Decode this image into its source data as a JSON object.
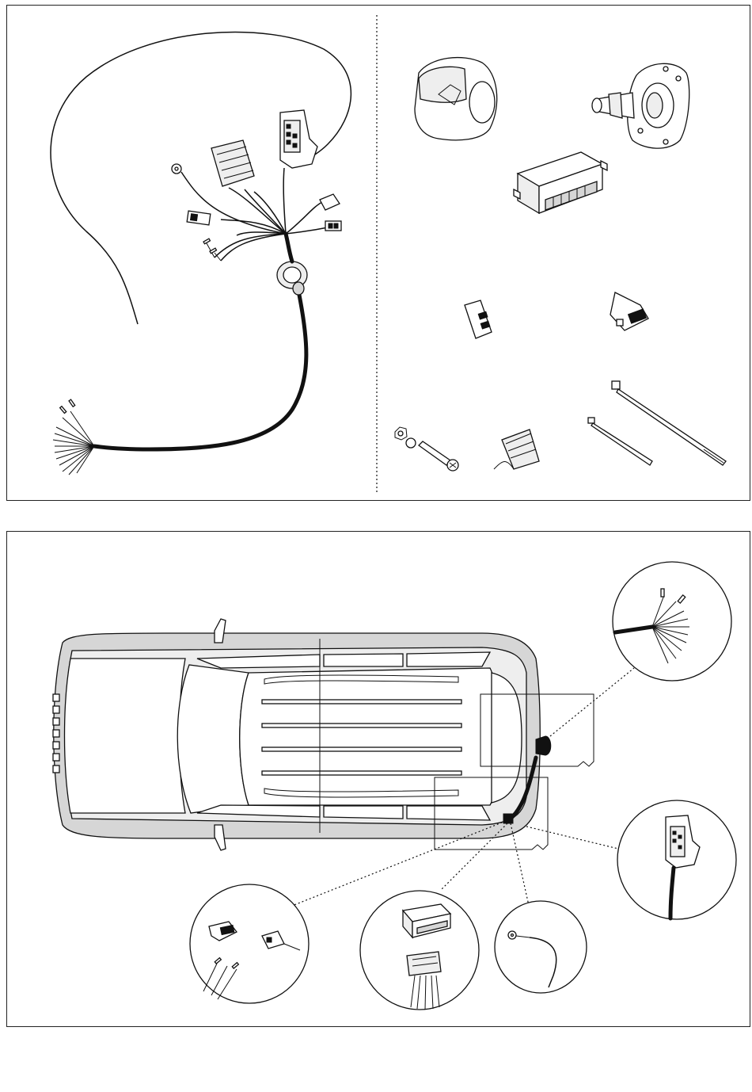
{
  "diagram": {
    "colors": {
      "line": "#111111",
      "body_fill": "#d9d9d9",
      "background": "#ffffff"
    },
    "kit_parts": [
      {
        "name": "wiring-harness",
        "icon": "harness-icon"
      },
      {
        "name": "13-pin-socket",
        "icon": "socket-icon"
      },
      {
        "name": "socket-mounting-plate",
        "icon": "mounting-plate-icon"
      },
      {
        "name": "control-module",
        "icon": "module-icon"
      },
      {
        "name": "small-connector",
        "icon": "connector-icon"
      },
      {
        "name": "bypass-connector",
        "icon": "connector-icon"
      },
      {
        "name": "bolt-nut-washer",
        "icon": "bolt-icon"
      },
      {
        "name": "adhesive-pads",
        "icon": "pads-icon"
      },
      {
        "name": "cable-tie-small",
        "icon": "cable-tie-icon"
      },
      {
        "name": "cable-tie-large",
        "icon": "cable-tie-icon"
      }
    ],
    "detail_views": [
      "wire-ends",
      "socket-connector",
      "lamp-connectors",
      "module-connector",
      "ground-lug"
    ]
  }
}
